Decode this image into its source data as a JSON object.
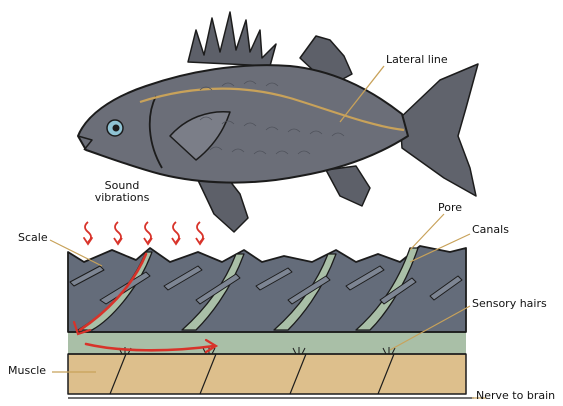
{
  "labels": {
    "lateral_line": "Lateral line",
    "sound_vibrations": [
      "Sound",
      "vibrations"
    ],
    "scale": "Scale",
    "pore": "Pore",
    "canals": "Canals",
    "sensory_hairs": "Sensory hairs",
    "muscle": "Muscle",
    "nerve_to_brain": "Nerve to brain"
  },
  "colors": {
    "fish_body": "#6b6e78",
    "fish_outline": "#1c1c1c",
    "lateral_line": "#c8a25a",
    "eye": "#8fc3d4",
    "scale": "#646c7a",
    "canal": "#a9bfa7",
    "muscle": "#ddbf8c",
    "arrow": "#d8332a"
  }
}
